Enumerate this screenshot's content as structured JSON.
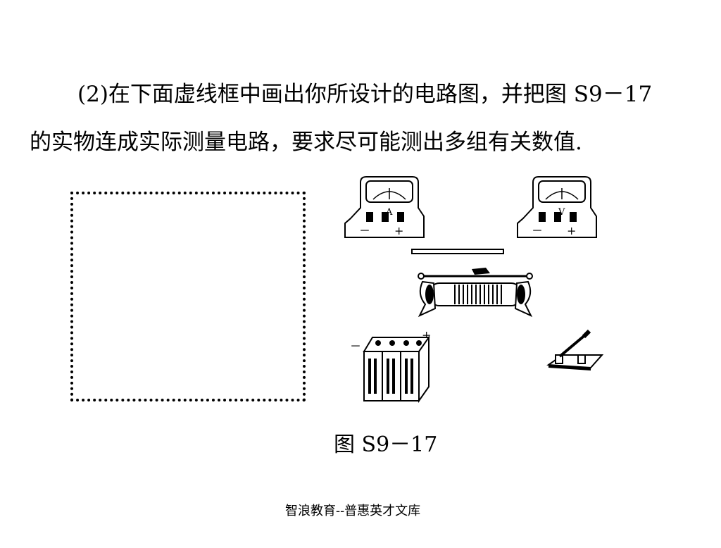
{
  "question": {
    "line1": "(2)在下面虚线框中画出你所设计的电路图，并把图 S9－17",
    "line2": "的实物连成实际测量电路，要求尽可能测出多组有关数值."
  },
  "apparatus": {
    "ammeter_symbol": "A",
    "voltmeter_symbol": "V",
    "minus_sign": "－",
    "plus_sign": "+"
  },
  "figure_caption": "图 S9－17",
  "footer": "智浪教育--普惠英才文库"
}
